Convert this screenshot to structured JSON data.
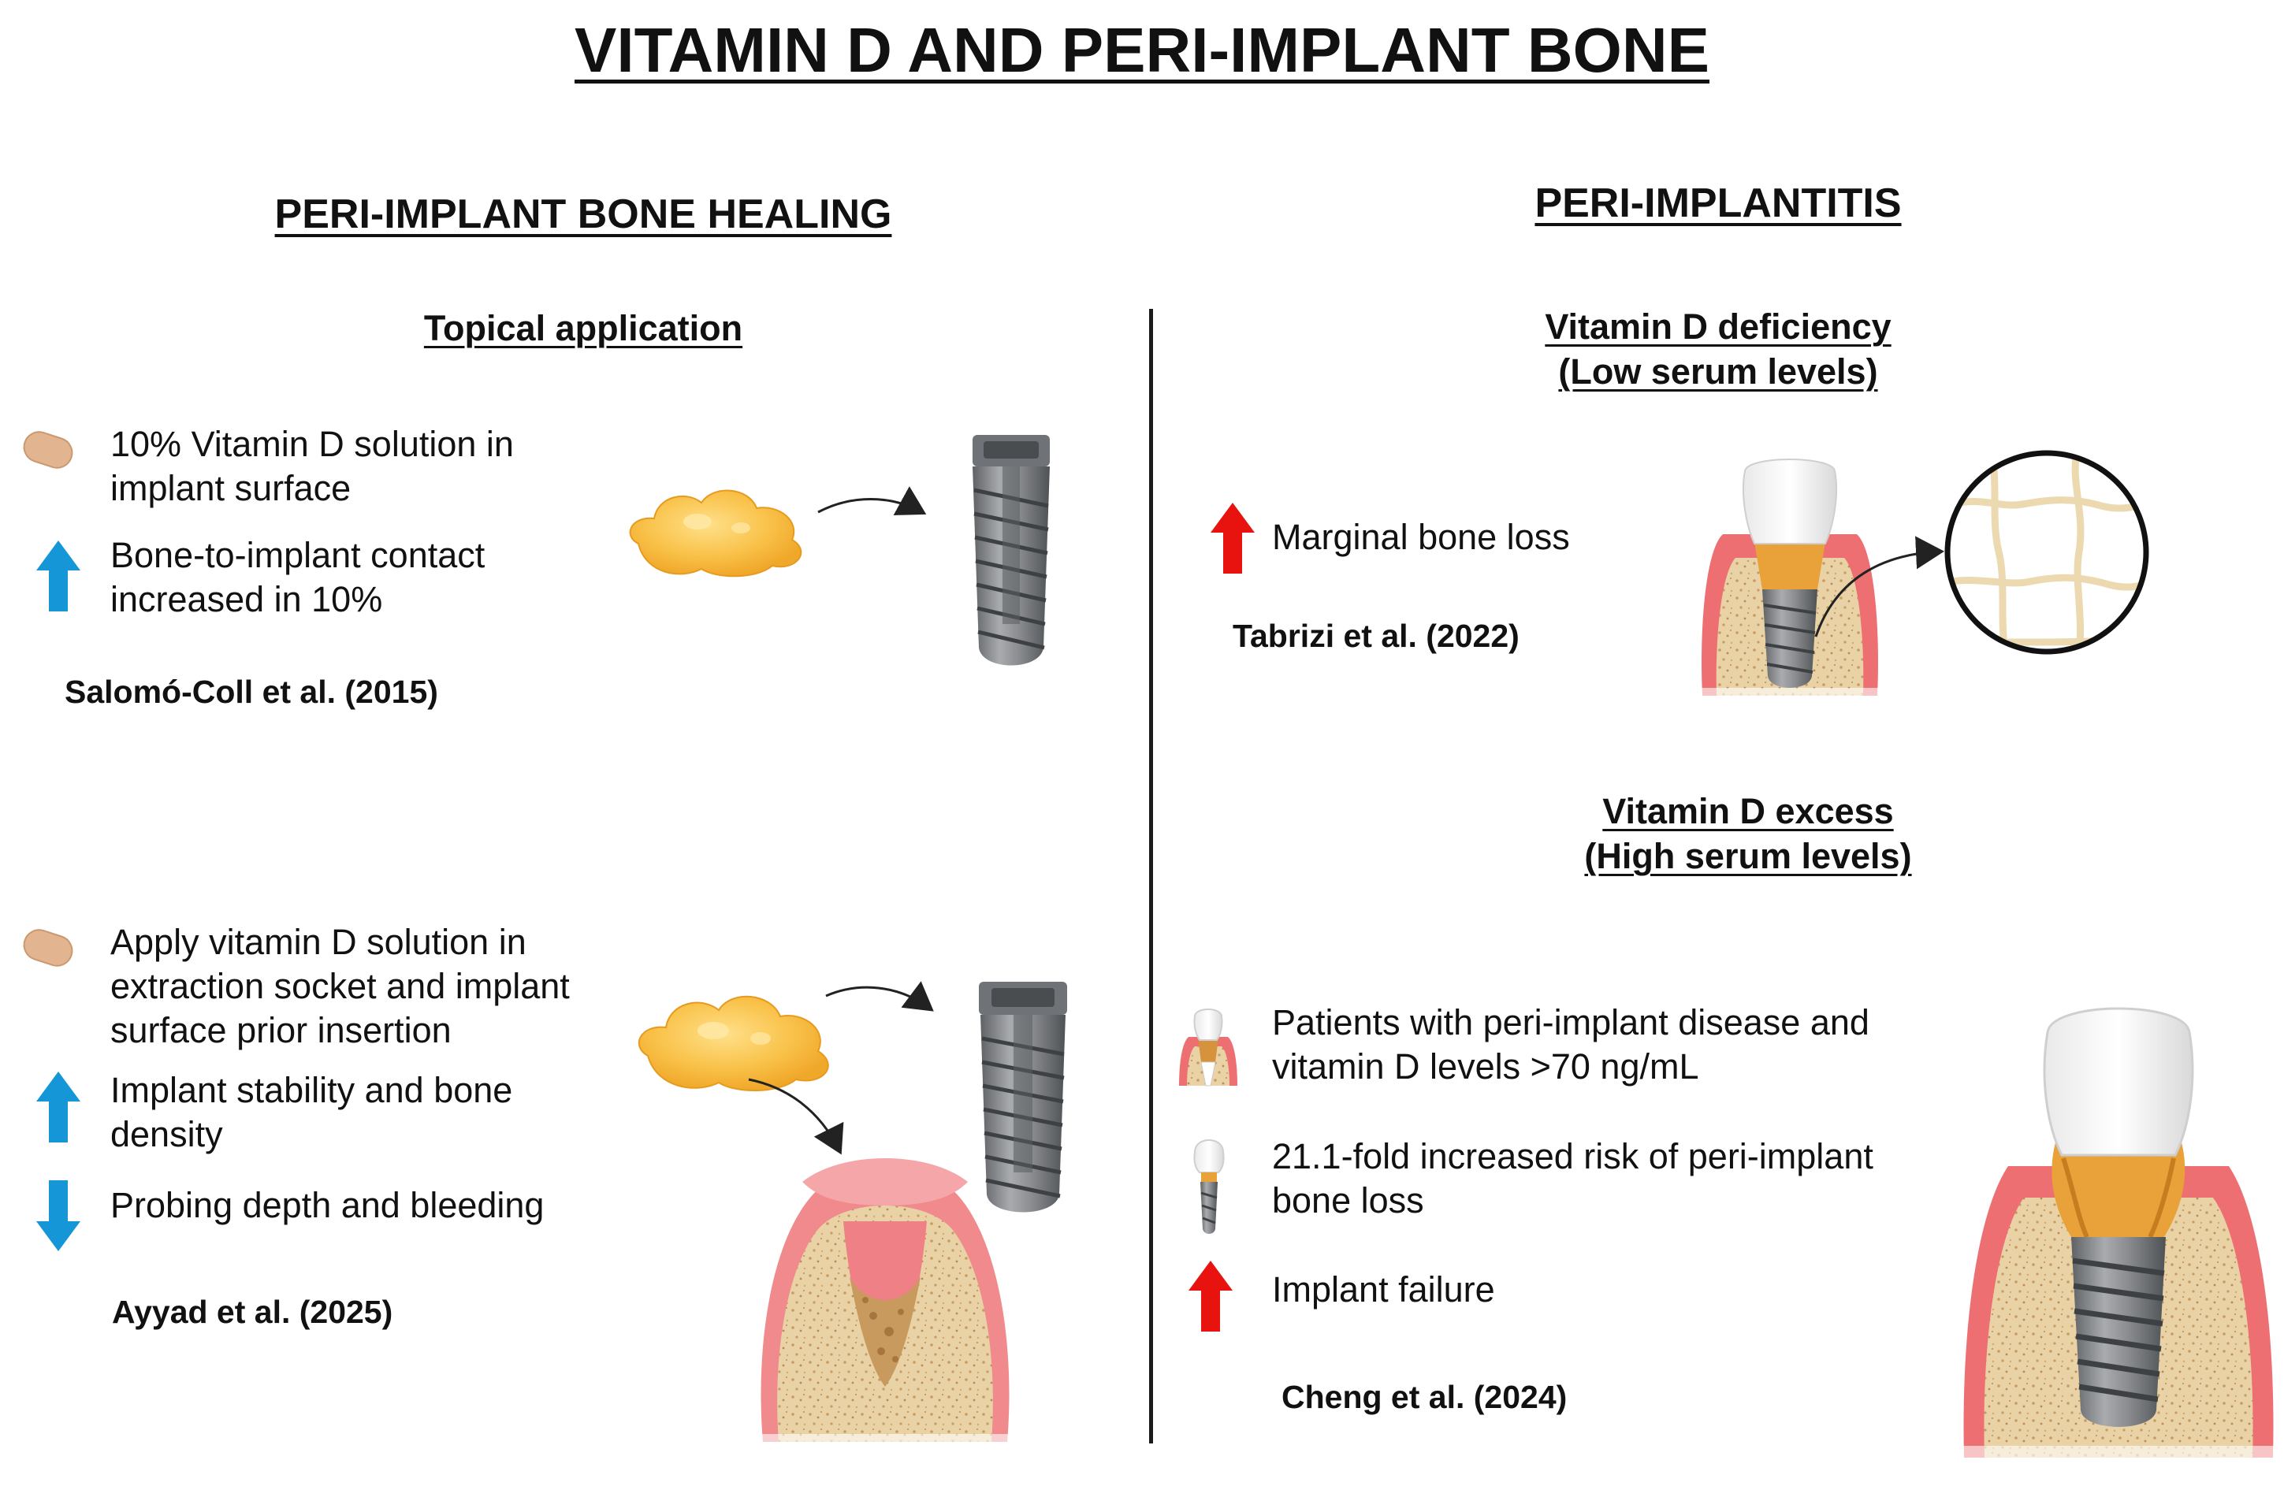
{
  "title": "VITAMIN D AND PERI-IMPLANT BONE",
  "left": {
    "heading": "PERI-IMPLANT BONE HEALING",
    "subheading": "Topical application",
    "study1": {
      "item1": "10% Vitamin D solution in implant surface",
      "item2": "Bone-to-implant contact increased in 10%",
      "reference": "Salomó-Coll et al. (2015)"
    },
    "study2": {
      "item1": "Apply vitamin D solution in extraction socket and implant surface prior insertion",
      "item2": "Implant stability and bone density",
      "item3": "Probing depth and bleeding",
      "reference": "Ayyad et al. (2025)"
    }
  },
  "right": {
    "heading": "PERI-IMPLANTITIS",
    "deficiency": {
      "heading_line1": "Vitamin D deficiency",
      "heading_line2": "(Low serum levels)",
      "item1": "Marginal bone loss",
      "reference": "Tabrizi et al. (2022)"
    },
    "excess": {
      "heading_line1": "Vitamin D excess",
      "heading_line2": "(High serum levels)",
      "item1": "Patients with peri-implant disease and vitamin D levels >70 ng/mL",
      "item2": "21.1-fold increased risk of peri-implant bone loss",
      "item3": "Implant failure",
      "reference": "Cheng et al. (2024)"
    }
  },
  "colors": {
    "up_arrow_blue": "#1596d6",
    "down_arrow_blue": "#1596d6",
    "up_arrow_red": "#e8130f",
    "gel": "#f5b83a",
    "pill": "#e2b48f",
    "gum": "#ee6f72",
    "bone": "#e6cfa4",
    "implant": "#8a8c8f"
  }
}
